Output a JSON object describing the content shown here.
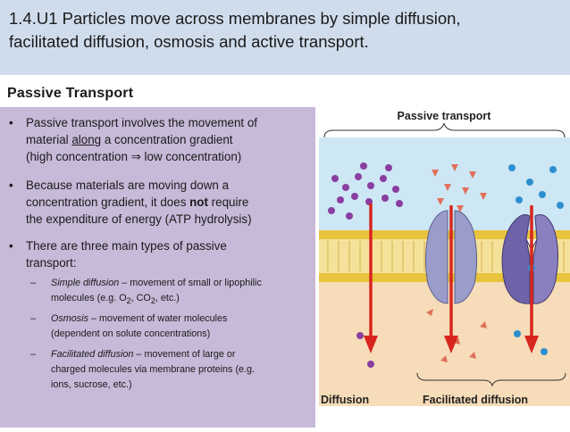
{
  "header": {
    "title_line1": "1.4.U1 Particles move across membranes by simple diffusion,",
    "title_line2": "facilitated diffusion, osmosis and active transport."
  },
  "section": {
    "heading": "Passive Transport"
  },
  "bullets": [
    {
      "marker": "•",
      "line1": "Passive transport involves the movement of",
      "line2_pre": "material ",
      "line2_u": "along",
      "line2_post": " a concentration gradient",
      "line3": "(high concentration ⇒ low concentration)"
    },
    {
      "marker": "•",
      "line1": "Because materials are moving down a",
      "line2_pre": "concentration gradient, it does ",
      "line2_bold": "not",
      "line2_post": " require",
      "line3": "the expenditure of energy (ATP hydrolysis)"
    },
    {
      "marker": "•",
      "line1": "There are three main types of passive",
      "line2": "transport:"
    }
  ],
  "sub_bullets": [
    {
      "marker": "–",
      "term": "Simple diffusion",
      "line1_rest": " – movement of small or lipophilic",
      "line2_pre": "molecules (e.g. O",
      "line2_sub1": "2",
      "line2_mid": ", CO",
      "line2_sub2": "2",
      "line2_post": ", etc.)"
    },
    {
      "marker": "–",
      "term": "Osmosis",
      "line1_rest": " – movement of water molecules",
      "line2": "(dependent on solute concentrations)"
    },
    {
      "marker": "–",
      "term": "Facilitated diffusion",
      "line1_rest": " – movement of large or",
      "line2": "charged molecules via membrane proteins (e.g.",
      "line3": "ions, sucrose, etc.)"
    }
  ],
  "figure": {
    "title": "Passive transport",
    "label_left": "Diffusion",
    "label_right": "Facilitated diffusion",
    "colors": {
      "membrane_head": "#e9c33c",
      "membrane_tail": "#f5e29a",
      "upper_fluid": "#cde7f4",
      "lower_fluid": "#f6dcb8",
      "arrow": "#d8261f",
      "purple_particle": "#8a3ea0",
      "triangle_particle": "#e0705a",
      "blue_particle": "#2e8fd0",
      "channel_protein": "#9a9cc9",
      "carrier_protein": "#6e63a8"
    }
  }
}
